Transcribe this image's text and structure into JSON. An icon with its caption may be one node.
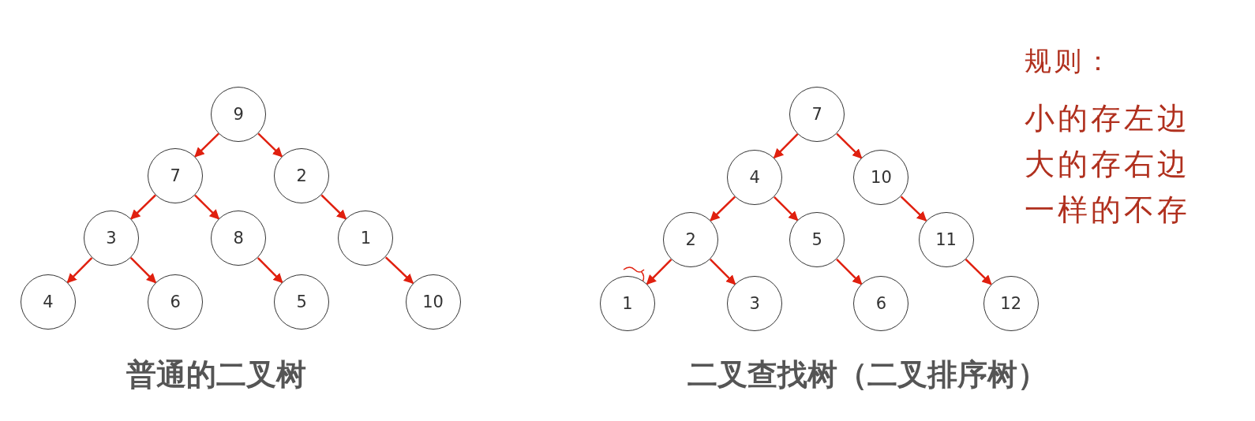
{
  "diagram": {
    "nodes": [
      {
        "text": [
          "9"
        ]
      },
      {
        "text": [
          "7"
        ]
      },
      {
        "text": [
          "2"
        ]
      },
      {
        "text": [
          "3"
        ]
      },
      {
        "text": [
          "8"
        ]
      },
      {
        "text": [
          "1"
        ]
      },
      {
        "text": [
          "4"
        ]
      },
      {
        "text": [
          "6"
        ]
      },
      {
        "text": [
          "5"
        ]
      },
      {
        "text": [
          "10"
        ]
      },
      {
        "text": [
          "7"
        ]
      },
      {
        "text": [
          "4"
        ]
      },
      {
        "text": [
          "10"
        ]
      },
      {
        "text": [
          "2"
        ]
      },
      {
        "text": [
          "5"
        ]
      },
      {
        "text": [
          "11"
        ]
      },
      {
        "text": [
          "1"
        ]
      },
      {
        "text": [
          "3"
        ]
      },
      {
        "text": [
          "6"
        ]
      },
      {
        "text": [
          "12"
        ]
      }
    ],
    "edges": [
      {
        "from": 0,
        "to": 1,
        "arrow": "to"
      },
      {
        "from": 0,
        "to": 2,
        "arrow": "to"
      },
      {
        "from": 1,
        "to": 3,
        "arrow": "to"
      },
      {
        "from": 1,
        "to": 4,
        "arrow": "to"
      },
      {
        "from": 2,
        "to": 5,
        "arrow": "to"
      },
      {
        "from": 3,
        "to": 6,
        "arrow": "to"
      },
      {
        "from": 3,
        "to": 7,
        "arrow": "to"
      },
      {
        "from": 4,
        "to": 8,
        "arrow": "to"
      },
      {
        "from": 5,
        "to": 9,
        "arrow": "to"
      },
      {
        "from": 10,
        "to": 11,
        "arrow": "to"
      },
      {
        "from": 10,
        "to": 12,
        "arrow": "to"
      },
      {
        "from": 11,
        "to": 13,
        "arrow": "to"
      },
      {
        "from": 11,
        "to": 14,
        "arrow": "to"
      },
      {
        "from": 12,
        "to": 15,
        "arrow": "to"
      },
      {
        "from": 13,
        "to": 16,
        "arrow": "to"
      },
      {
        "from": 13,
        "to": 17,
        "arrow": "to"
      },
      {
        "from": 14,
        "to": 18,
        "arrow": "to"
      },
      {
        "from": 15,
        "to": 19,
        "arrow": "to"
      }
    ],
    "labels": [
      "规则：",
      "小的存左边",
      "大的存右边",
      "一样的不存",
      "普通的二叉树",
      "二叉查找树（二叉排序树）"
    ]
  }
}
